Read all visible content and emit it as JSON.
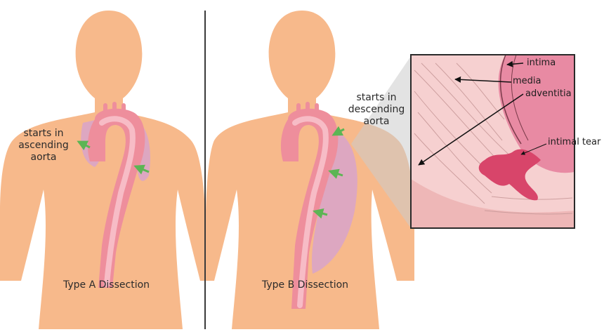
{
  "panels": [
    {
      "caption": "Type A Dissection",
      "note": [
        "starts in",
        "ascending",
        "aorta"
      ]
    },
    {
      "caption": "Type B Dissection",
      "note": [
        "starts in",
        "descending",
        "aorta"
      ]
    }
  ],
  "inset": {
    "labels": {
      "intima": "intima",
      "media": "media",
      "adventitia": "adventitia",
      "intimal_tear": "intimal tear"
    }
  },
  "colors": {
    "skin": "#f7b98b",
    "aorta": "#ee8e9c",
    "aorta_lumen": "#f7bcc6",
    "false_lumen": "#d9a5c6",
    "arrow": "#5cb554",
    "tissue": "#f6d0d0",
    "tear": "#d8456a",
    "divider": "#3a3a3a"
  }
}
